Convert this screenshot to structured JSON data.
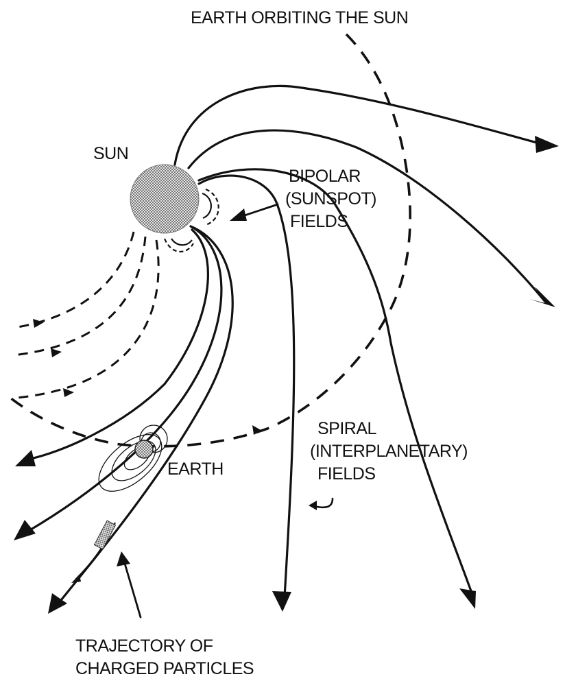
{
  "labels": {
    "earth_orbit": "EARTH ORBITING THE SUN",
    "sun": "SUN",
    "bipolar": [
      "BIPOLAR",
      "(SUNSPOT)",
      "FIELDS"
    ],
    "earth": "EARTH",
    "spiral": [
      "SPIRAL",
      "(INTERPLANETARY)",
      "FIELDS"
    ],
    "trajectory": [
      "TRAJECTORY OF",
      "CHARGED PARTICLES"
    ]
  },
  "colors": {
    "ink": "#111111",
    "paper": "#ffffff",
    "sun_fill": "#9a9a9a"
  }
}
